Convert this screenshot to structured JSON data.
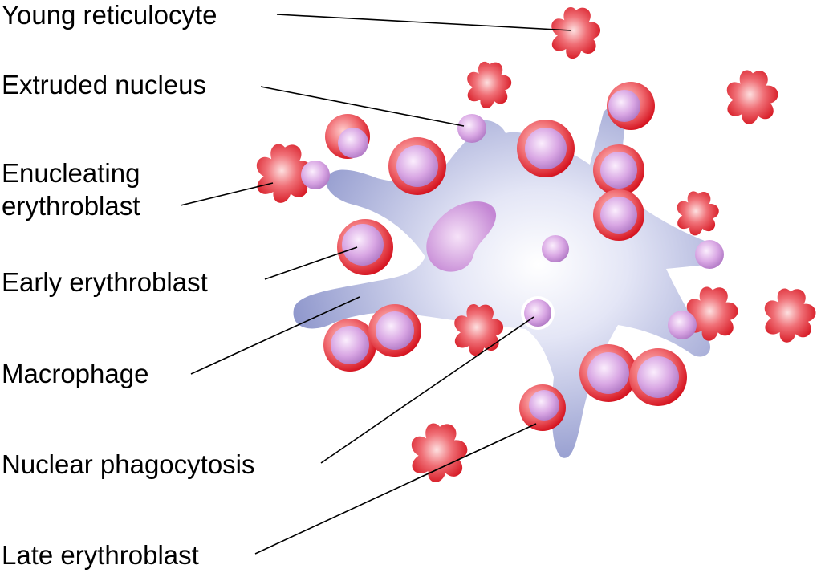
{
  "labels": {
    "young_reticulocyte": "Young reticulocyte",
    "extruded_nucleus": "Extruded nucleus",
    "enucleating_erythroblast_line1": "Enucleating",
    "enucleating_erythroblast_line2": "erythroblast",
    "early_erythroblast": "Early erythroblast",
    "macrophage": "Macrophage",
    "nuclear_phagocytosis": "Nuclear phagocytosis",
    "late_erythroblast": "Late erythroblast"
  },
  "colors": {
    "macrophage_body": "#9aa2d4",
    "macrophage_center": "#ffffff",
    "erythroblast_rim": "#e8242c",
    "nucleus": "#c890d8",
    "reticulocyte": "#e02a30"
  }
}
